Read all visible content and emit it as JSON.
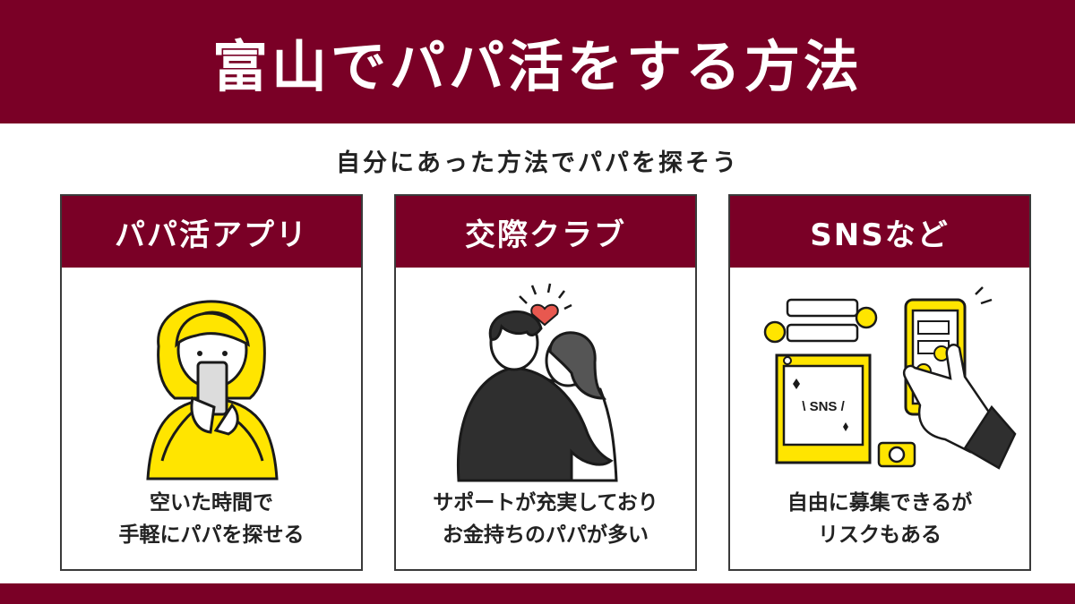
{
  "title": "富山でパパ活をする方法",
  "subtitle": "自分にあった方法でパパを探そう",
  "cards": [
    {
      "heading": "パパ活アプリ",
      "desc_lines": [
        "空いた時間で",
        "手軽にパパを探せる"
      ],
      "illustration": "woman-with-smartphone"
    },
    {
      "heading": "交際クラブ",
      "desc_lines": [
        "サポートが充実しており",
        "お金持ちのパパが多い"
      ],
      "illustration": "embracing-couple-with-heart"
    },
    {
      "heading": "SNSなど",
      "desc_lines": [
        "自由に募集できるが",
        "リスクもある"
      ],
      "illustration": "sns-post-and-phone-in-hand",
      "sns_label": "\\ SNS /"
    }
  ],
  "colors": {
    "banner": "#7a0026",
    "accent_yellow": "#ffe500",
    "heart": "#e8584f",
    "text": "#222222"
  }
}
